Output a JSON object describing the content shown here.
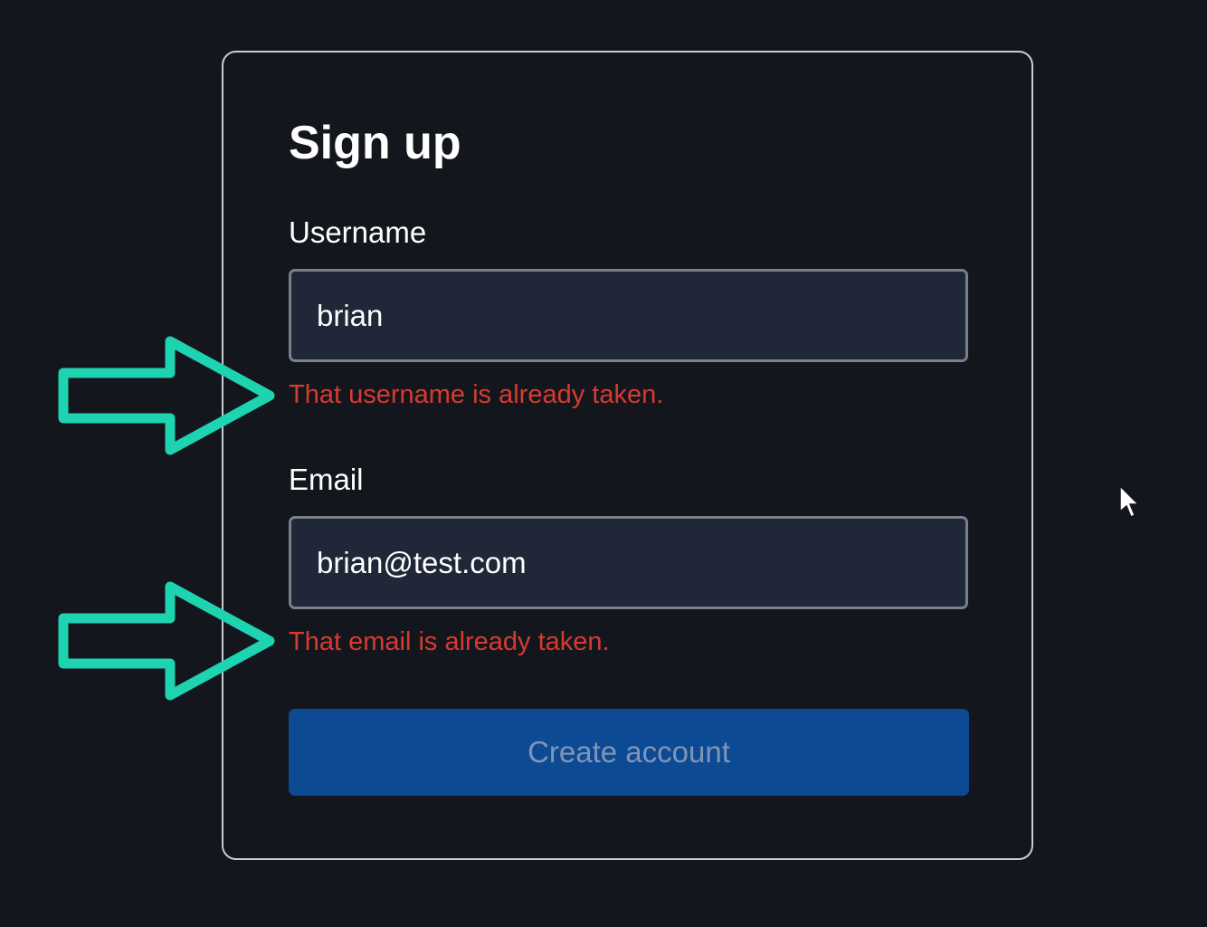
{
  "form": {
    "title": "Sign up",
    "username": {
      "label": "Username",
      "value": "brian",
      "error": "That username is already taken."
    },
    "email": {
      "label": "Email",
      "value": "brian@test.com",
      "error": "That email is already taken."
    },
    "submit_label": "Create account"
  },
  "annotations": {
    "arrow_color": "#1dd3b0",
    "error_color": "#d93a2f",
    "button_color": "#0c4a94"
  }
}
